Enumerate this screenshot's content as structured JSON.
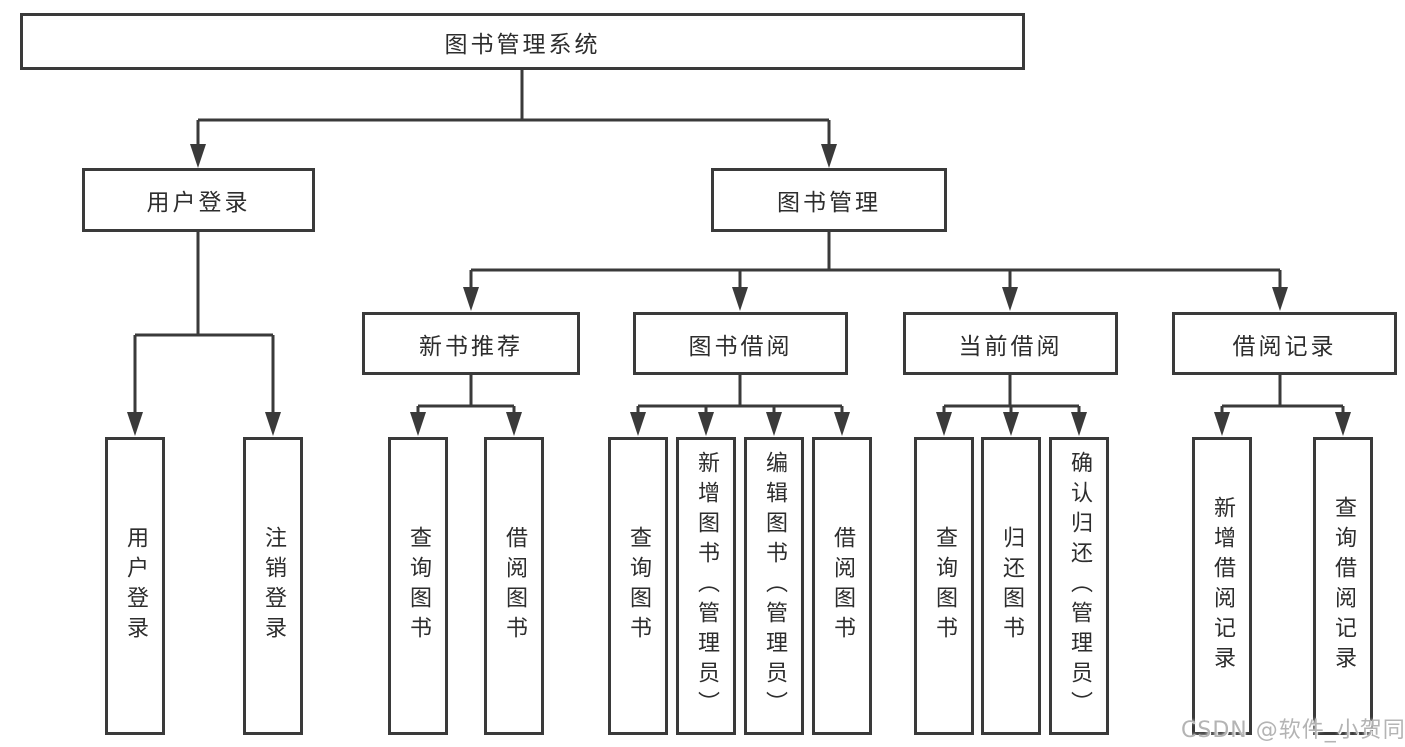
{
  "colors": {
    "line": "#3a3a3a",
    "text": "#2d2d2d",
    "background": "#ffffff",
    "watermark": "#b4b4b4"
  },
  "watermark": {
    "text": "CSDN @软件_小贺同学"
  },
  "diagram": {
    "root": {
      "label": "图书管理系统",
      "children": [
        {
          "label": "用户登录",
          "children": [
            {
              "label": "用户登录"
            },
            {
              "label": "注销登录"
            }
          ]
        },
        {
          "label": "图书管理",
          "children": [
            {
              "label": "新书推荐",
              "children": [
                {
                  "label": "查询图书"
                },
                {
                  "label": "借阅图书"
                }
              ]
            },
            {
              "label": "图书借阅",
              "children": [
                {
                  "label": "查询图书"
                },
                {
                  "label": "新增图书（管理员）"
                },
                {
                  "label": "编辑图书（管理员）"
                },
                {
                  "label": "借阅图书"
                }
              ]
            },
            {
              "label": "当前借阅",
              "children": [
                {
                  "label": "查询图书"
                },
                {
                  "label": "归还图书"
                },
                {
                  "label": "确认归还（管理员）"
                }
              ]
            },
            {
              "label": "借阅记录",
              "children": [
                {
                  "label": "新增借阅记录"
                },
                {
                  "label": "查询借阅记录"
                }
              ]
            }
          ]
        }
      ]
    }
  }
}
